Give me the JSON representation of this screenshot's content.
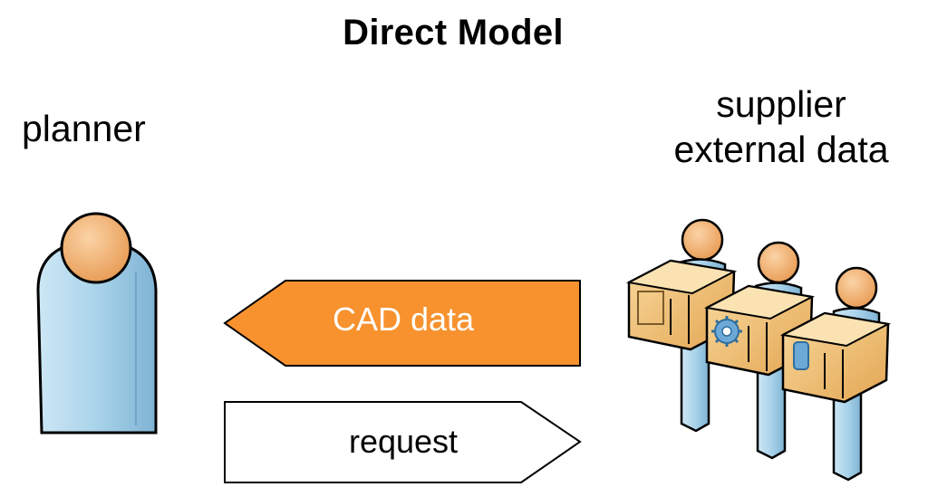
{
  "title": "Direct Model",
  "planner": {
    "label": "planner"
  },
  "supplier": {
    "line1": "supplier",
    "line2": "external data"
  },
  "arrows": {
    "cad": {
      "label": "CAD data",
      "direction": "left",
      "fill": "#F7922E"
    },
    "request": {
      "label": "request",
      "direction": "right",
      "fill": "#FFFFFF"
    }
  },
  "colors": {
    "person_body": "#A9D3EA",
    "person_head": "#F2AF6E",
    "box": "#F4C77F",
    "outline": "#000000"
  },
  "icons": [
    "person-icon",
    "suppliers-with-boxes-icon",
    "gear-icon"
  ]
}
